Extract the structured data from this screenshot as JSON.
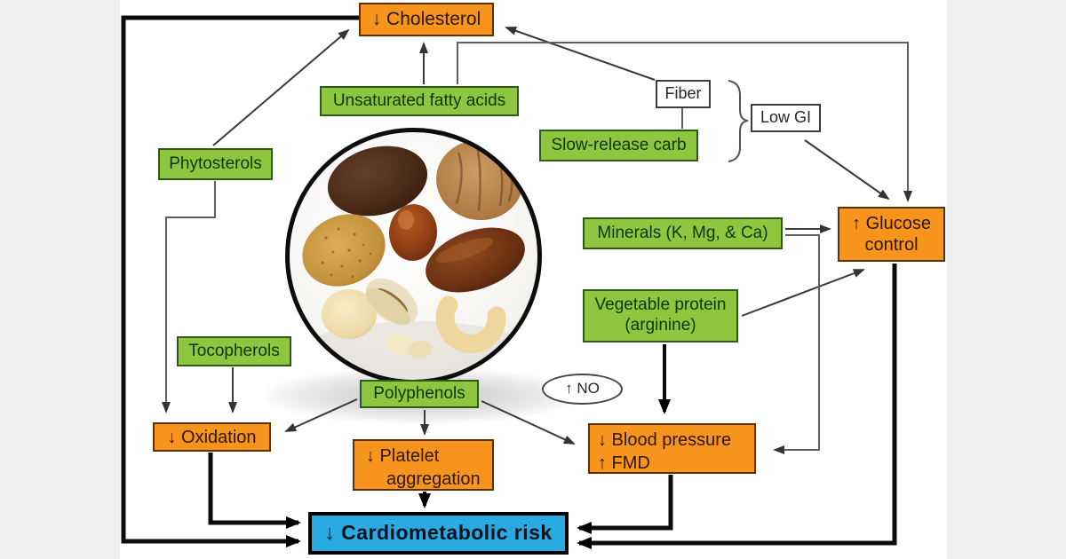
{
  "palette": {
    "orange_box": "#F7941E",
    "green_box": "#8DC63F",
    "blue_box": "#29ABE2",
    "white_box": "#FFFFFF"
  },
  "nodes": {
    "cholesterol": {
      "label": "↓ Cholesterol"
    },
    "unsaturated_fatty_acids": {
      "label": "Unsaturated fatty acids"
    },
    "fiber": {
      "label": "Fiber"
    },
    "low_gi": {
      "label": "Low GI"
    },
    "slow_release_carb": {
      "label": "Slow-release carb"
    },
    "phytosterols": {
      "label": "Phytosterols"
    },
    "minerals": {
      "label": "Minerals (K, Mg, & Ca)"
    },
    "glucose_control": {
      "label": "↑ Glucose\ncontrol"
    },
    "vegetable_protein": {
      "label": "Vegetable protein\n(arginine)"
    },
    "tocopherols": {
      "label": "Tocopherols"
    },
    "polyphenols": {
      "label": "Polyphenols"
    },
    "nitric_oxide": {
      "label": "↑ NO"
    },
    "oxidation": {
      "label": "↓ Oxidation"
    },
    "platelet_aggregation": {
      "label": "↓ Platelet\naggregation"
    },
    "blood_pressure": {
      "label": "↓ Blood pressure\n↑ FMD"
    },
    "cardiometabolic_risk": {
      "label": "↓ Cardiometabolic risk"
    }
  }
}
